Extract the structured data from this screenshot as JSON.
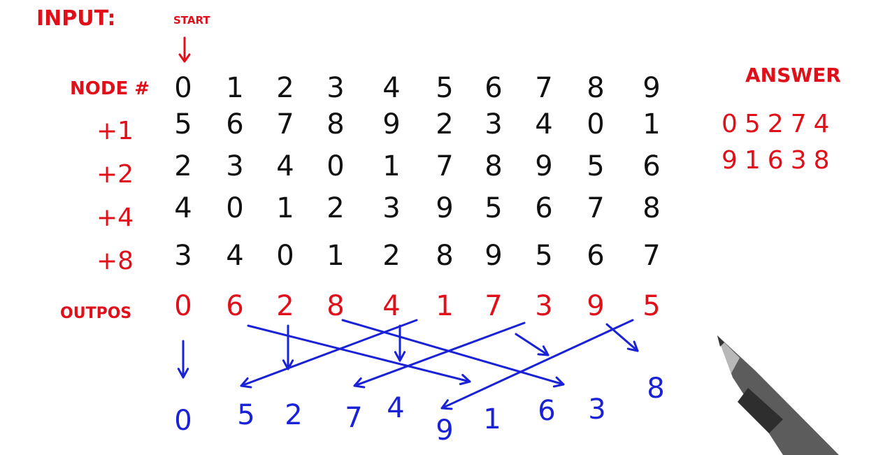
{
  "labels": {
    "input": "INPUT:",
    "start": "START",
    "answer": "ANSWER",
    "node": "NODE #",
    "outpos": "OUTPOS"
  },
  "row_labels": [
    "+1",
    "+2",
    "+4",
    "+8"
  ],
  "node_row": [
    "0",
    "1",
    "2",
    "3",
    "4",
    "5",
    "6",
    "7",
    "8",
    "9"
  ],
  "jump_rows": [
    [
      "5",
      "6",
      "7",
      "8",
      "9",
      "2",
      "3",
      "4",
      "0",
      "1"
    ],
    [
      "2",
      "3",
      "4",
      "0",
      "1",
      "7",
      "8",
      "9",
      "5",
      "6"
    ],
    [
      "4",
      "0",
      "1",
      "2",
      "3",
      "9",
      "5",
      "6",
      "7",
      "8"
    ],
    [
      "3",
      "4",
      "0",
      "1",
      "2",
      "8",
      "9",
      "5",
      "6",
      "7"
    ]
  ],
  "outpos_row": [
    "0",
    "6",
    "2",
    "8",
    "4",
    "1",
    "7",
    "3",
    "9",
    "5"
  ],
  "output_row": [
    "0",
    "5",
    "2",
    "7",
    "4",
    "9",
    "1",
    "6",
    "3",
    "8"
  ],
  "answer_lines": [
    "05274",
    "91638"
  ],
  "colors": {
    "red": "#e0101a",
    "black": "#111111",
    "blue": "#1a22d6"
  }
}
